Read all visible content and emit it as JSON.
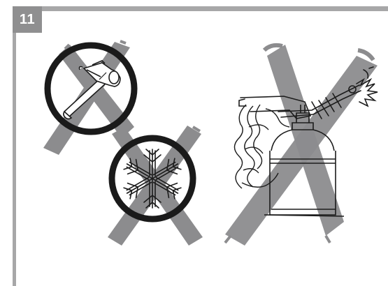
{
  "step": {
    "number": "11"
  },
  "colors": {
    "frame": "#a7a7a8",
    "badge": "#8f8f90",
    "cross": "#8c8c8e",
    "ring": "#1a1a1a",
    "ink": "#1c1c1c"
  },
  "warnings": [
    {
      "id": "no-hammer",
      "icon": "hammer-icon",
      "symbol": "prohibited"
    },
    {
      "id": "no-freezing",
      "icon": "snowflake-icon",
      "symbol": "prohibited"
    },
    {
      "id": "no-open-flame",
      "icon": "blowtorch-aerosol-icon",
      "symbol": "prohibited"
    }
  ]
}
